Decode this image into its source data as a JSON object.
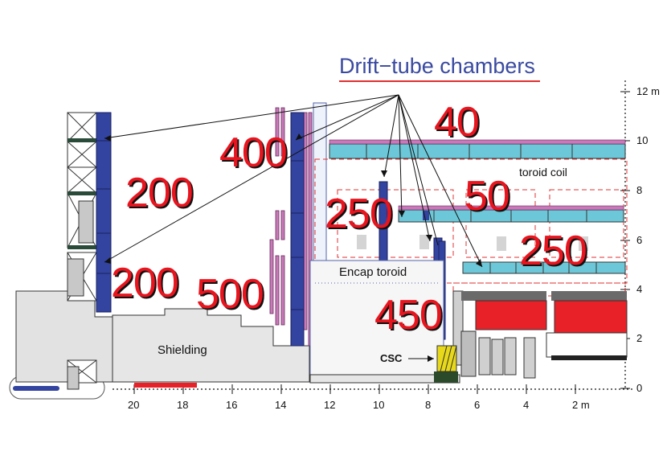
{
  "title": "Drift−tube chambers",
  "rates": [
    {
      "id": "rate-40",
      "value": "40"
    },
    {
      "id": "rate-400",
      "value": "400"
    },
    {
      "id": "rate-200-upper",
      "value": "200"
    },
    {
      "id": "rate-50",
      "value": "50"
    },
    {
      "id": "rate-250-left",
      "value": "250"
    },
    {
      "id": "rate-250-right",
      "value": "250"
    },
    {
      "id": "rate-200-lower",
      "value": "200"
    },
    {
      "id": "rate-500",
      "value": "500"
    },
    {
      "id": "rate-450",
      "value": "450"
    }
  ],
  "labels": {
    "toroid_coil": "toroid coil",
    "encap_toroid": "Encap toroid",
    "shielding": "Shielding",
    "csc": "CSC"
  },
  "axes": {
    "x_ticks": [
      "20",
      "18",
      "16",
      "14",
      "12",
      "10",
      "8",
      "6",
      "4",
      "2 m"
    ],
    "y_ticks": [
      "12 m",
      "10",
      "8",
      "6",
      "4",
      "2",
      "0"
    ]
  },
  "colors": {
    "chamber_blue": "#3344a0",
    "chamber_cyan": "#6cc8d8",
    "rate_red": "#e8141e",
    "coil_pink": "#c87ab8",
    "magnet_red": "#e82028",
    "shield_gray": "#e0e0e0"
  }
}
